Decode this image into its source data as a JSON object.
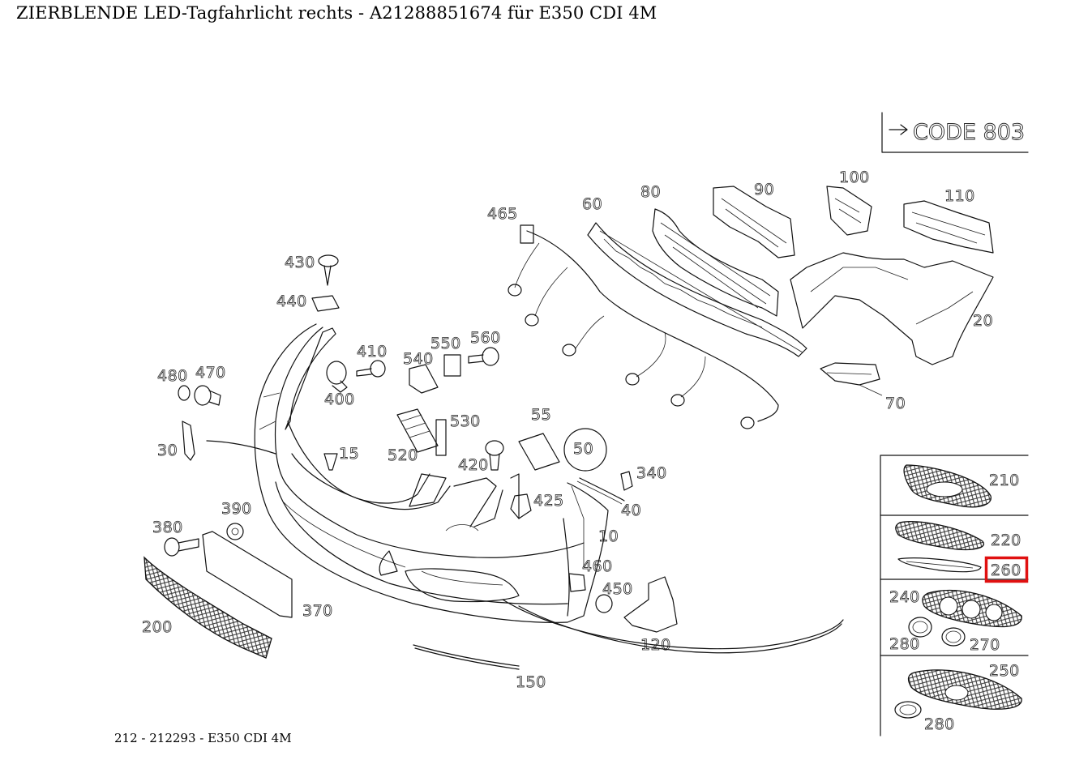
{
  "page": {
    "title": "ZIERBLENDE LED-Tagfahrlicht rechts - A21288851674 für E350 CDI 4M",
    "footer": "212 - 212293 - E350 CDI 4M"
  },
  "diagram": {
    "code_box": "CODE 803",
    "highlighted_part": "260",
    "highlight_color": "#e01010",
    "main_labels": [
      "10",
      "15",
      "20",
      "30",
      "40",
      "50",
      "55",
      "60",
      "70",
      "80",
      "90",
      "100",
      "110",
      "120",
      "150",
      "200",
      "340",
      "370",
      "380",
      "390",
      "400",
      "410",
      "420",
      "425",
      "430",
      "440",
      "450",
      "460",
      "465",
      "470",
      "480",
      "520",
      "530",
      "540",
      "550",
      "560"
    ],
    "inset_labels": [
      "210",
      "220",
      "260",
      "240",
      "280",
      "270",
      "250",
      "280"
    ]
  }
}
